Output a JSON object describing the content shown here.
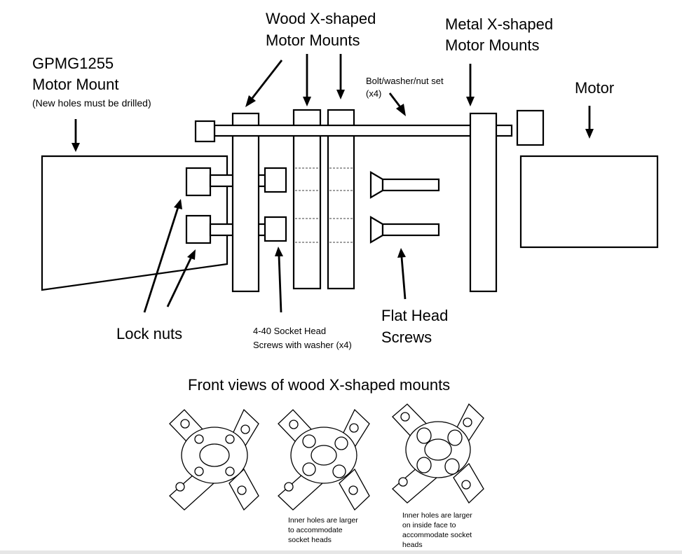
{
  "labels": {
    "gpmg_line1": "GPMG1255",
    "gpmg_line2": "Motor Mount",
    "gpmg_note": "(New holes must be drilled)",
    "wood_line1": "Wood X-shaped",
    "wood_line2": "Motor Mounts",
    "metal_line1": "Metal X-shaped",
    "metal_line2": "Motor Mounts",
    "bolt_line1": "Bolt/washer/nut set",
    "bolt_line2": "(x4)",
    "motor": "Motor",
    "lock_nuts": "Lock nuts",
    "socket_line1": "4-40 Socket Head",
    "socket_line2": "Screws with washer (x4)",
    "flat_line1": "Flat Head",
    "flat_line2": "Screws",
    "front_views_title": "Front views of wood X-shaped mounts",
    "caption2_line1": "Inner holes are larger",
    "caption2_line2": "to accommodate",
    "caption2_line3": "socket heads",
    "caption3_line1": "Inner holes are larger",
    "caption3_line2": "on inside face to",
    "caption3_line3": "accommodate socket",
    "caption3_line4": "heads"
  }
}
